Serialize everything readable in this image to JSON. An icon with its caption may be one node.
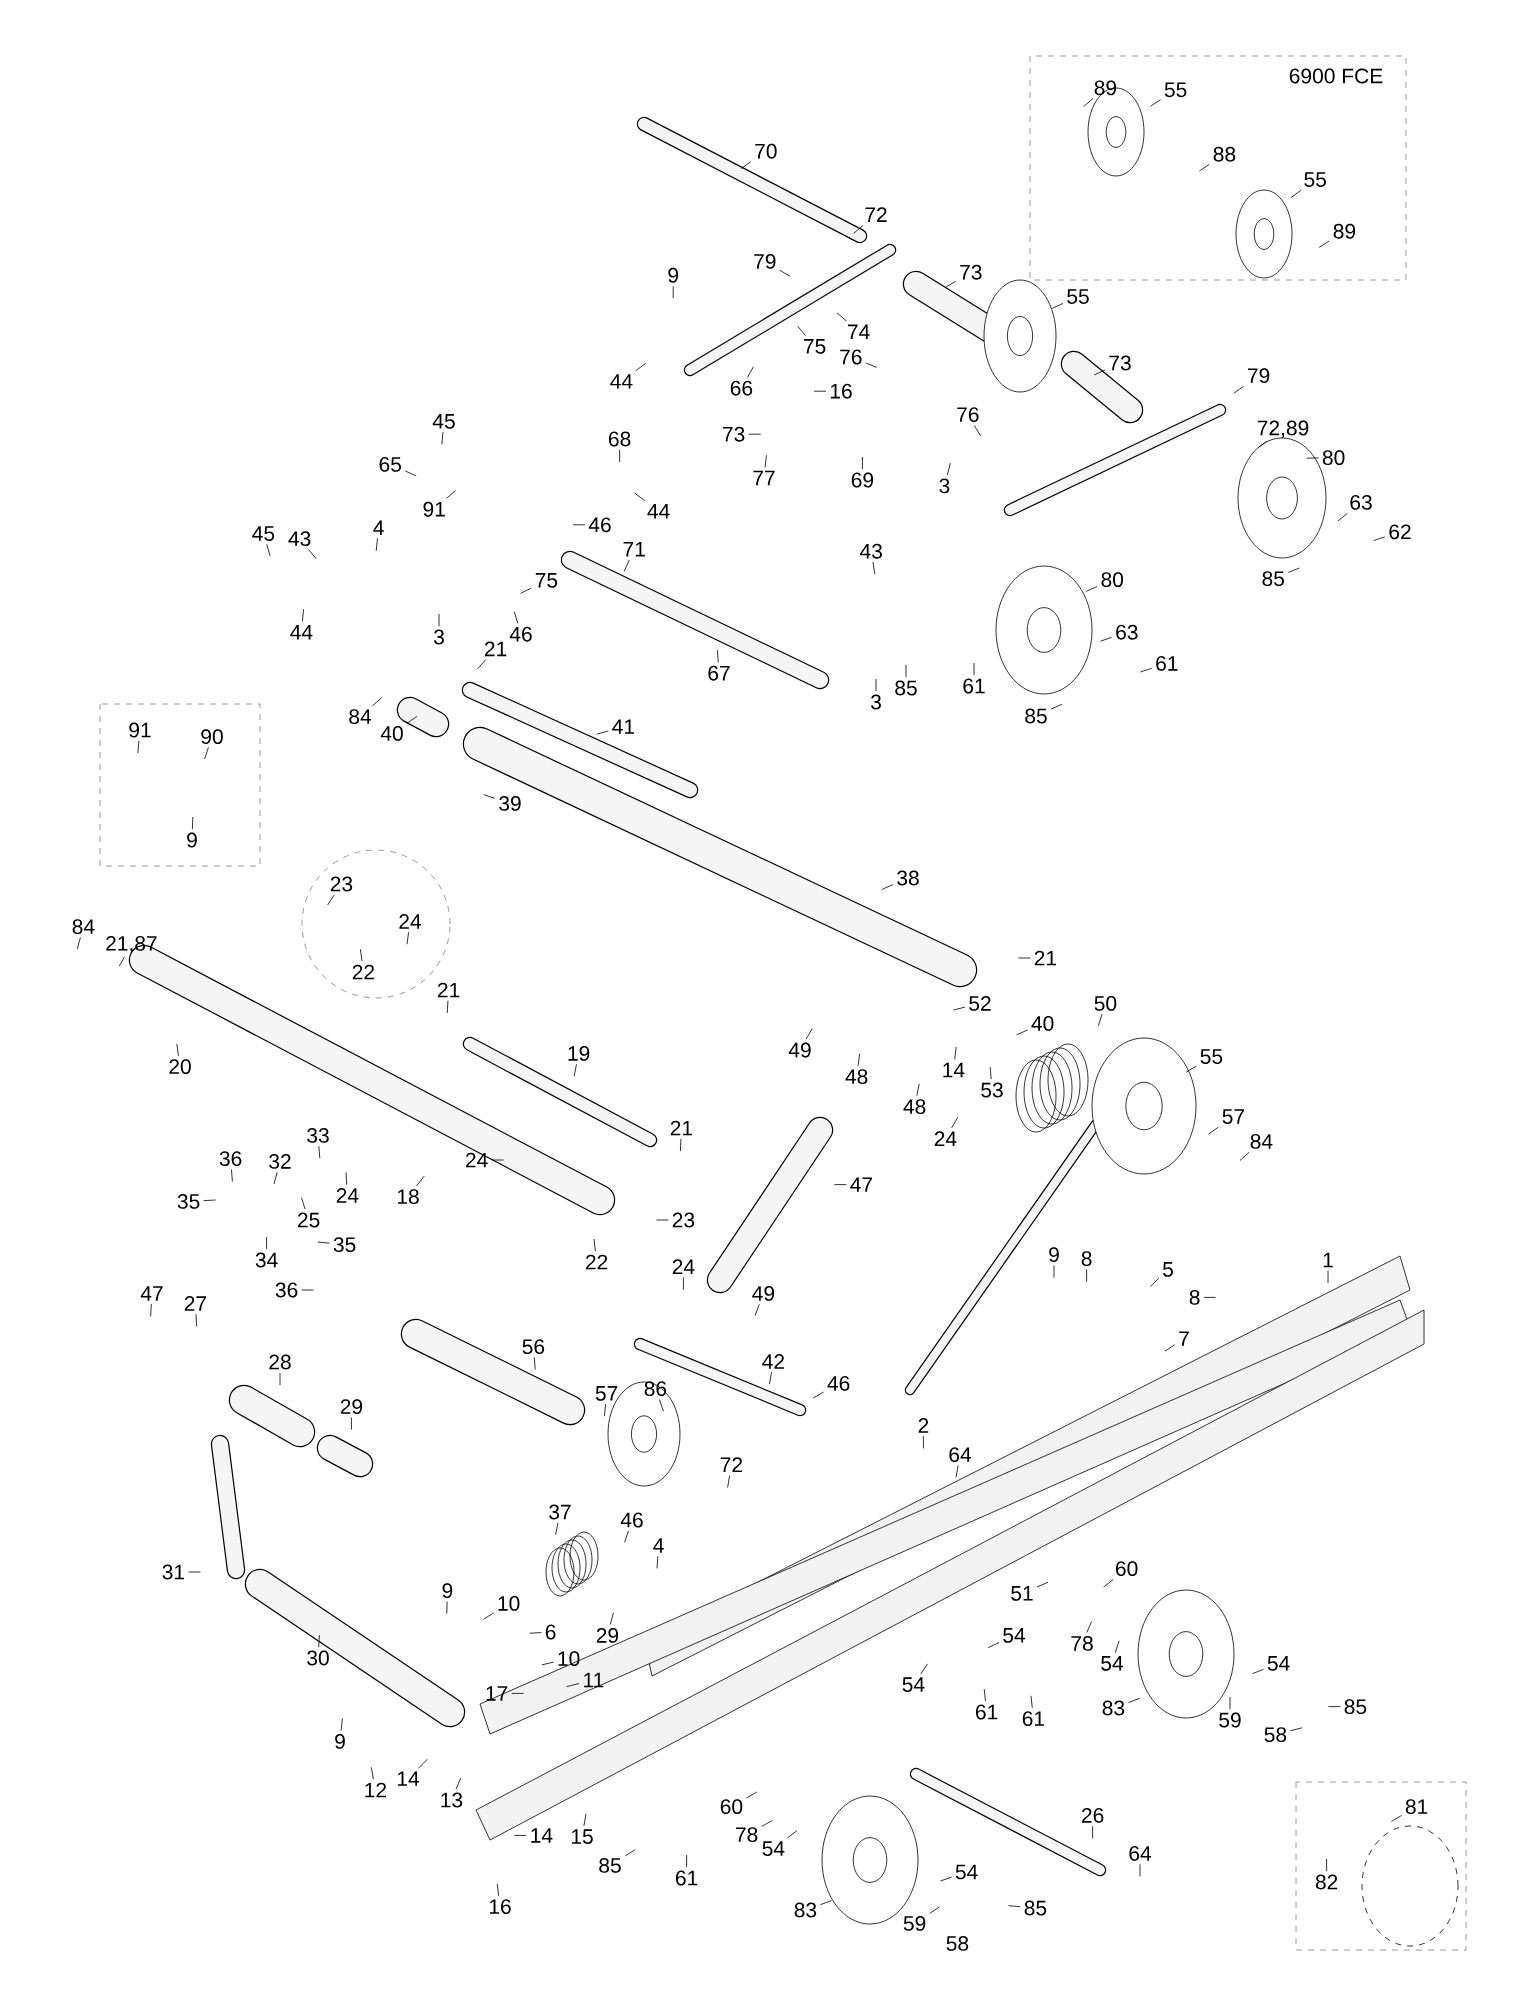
{
  "diagram": {
    "nodes": [
      {
        "text": [
          "70"
        ]
      },
      {
        "text": [
          "72"
        ]
      },
      {
        "text": [
          "79"
        ]
      },
      {
        "text": [
          "9"
        ]
      },
      {
        "text": [
          "73"
        ]
      },
      {
        "text": [
          "55"
        ]
      },
      {
        "text": [
          "74"
        ]
      },
      {
        "text": [
          "75"
        ]
      },
      {
        "text": [
          "76"
        ]
      },
      {
        "text": [
          "44"
        ]
      },
      {
        "text": [
          "66"
        ]
      },
      {
        "text": [
          "16"
        ]
      },
      {
        "text": [
          "73"
        ]
      },
      {
        "text": [
          "79"
        ]
      },
      {
        "text": [
          "73"
        ]
      },
      {
        "text": [
          "76"
        ]
      },
      {
        "text": [
          "77"
        ]
      },
      {
        "text": [
          "69"
        ]
      },
      {
        "text": [
          "3"
        ]
      },
      {
        "text": [
          "72,89"
        ]
      },
      {
        "text": [
          "80"
        ]
      },
      {
        "text": [
          "63"
        ]
      },
      {
        "text": [
          "62"
        ]
      },
      {
        "text": [
          "85"
        ]
      },
      {
        "text": [
          "45"
        ]
      },
      {
        "text": [
          "68"
        ]
      },
      {
        "text": [
          "65"
        ]
      },
      {
        "text": [
          "91"
        ]
      },
      {
        "text": [
          "44"
        ]
      },
      {
        "text": [
          "46"
        ]
      },
      {
        "text": [
          "45"
        ]
      },
      {
        "text": [
          "43"
        ]
      },
      {
        "text": [
          "4"
        ]
      },
      {
        "text": [
          "71"
        ]
      },
      {
        "text": [
          "75"
        ]
      },
      {
        "text": [
          "3"
        ]
      },
      {
        "text": [
          "46"
        ]
      },
      {
        "text": [
          "44"
        ]
      },
      {
        "text": [
          "43"
        ]
      },
      {
        "text": [
          "80"
        ]
      },
      {
        "text": [
          "63"
        ]
      },
      {
        "text": [
          "61"
        ]
      },
      {
        "text": [
          "21"
        ]
      },
      {
        "text": [
          "67"
        ]
      },
      {
        "text": [
          "89"
        ]
      },
      {
        "text": [
          "55"
        ]
      },
      {
        "text": [
          "88"
        ]
      },
      {
        "text": [
          "55"
        ]
      },
      {
        "text": [
          "89"
        ]
      },
      {
        "text": [
          "3"
        ]
      },
      {
        "text": [
          "85"
        ]
      },
      {
        "text": [
          "61"
        ]
      },
      {
        "text": [
          "85"
        ]
      },
      {
        "text": [
          "84"
        ]
      },
      {
        "text": [
          "40"
        ]
      },
      {
        "text": [
          "41"
        ]
      },
      {
        "text": [
          "91"
        ]
      },
      {
        "text": [
          "90"
        ]
      },
      {
        "text": [
          "9"
        ]
      },
      {
        "text": [
          "39"
        ]
      },
      {
        "text": [
          "23"
        ]
      },
      {
        "text": [
          "24"
        ]
      },
      {
        "text": [
          "22"
        ]
      },
      {
        "text": [
          "84"
        ]
      },
      {
        "text": [
          "21,87"
        ]
      },
      {
        "text": [
          "20"
        ]
      },
      {
        "text": [
          "21"
        ]
      },
      {
        "text": [
          "19"
        ]
      },
      {
        "text": [
          "21"
        ]
      },
      {
        "text": [
          "36"
        ]
      },
      {
        "text": [
          "32"
        ]
      },
      {
        "text": [
          "33"
        ]
      },
      {
        "text": [
          "35"
        ]
      },
      {
        "text": [
          "25"
        ]
      },
      {
        "text": [
          "24"
        ]
      },
      {
        "text": [
          "18"
        ]
      },
      {
        "text": [
          "24"
        ]
      },
      {
        "text": [
          "23"
        ]
      },
      {
        "text": [
          "22"
        ]
      },
      {
        "text": [
          "34"
        ]
      },
      {
        "text": [
          "36"
        ]
      },
      {
        "text": [
          "35"
        ]
      },
      {
        "text": [
          "24"
        ]
      },
      {
        "text": [
          "49"
        ]
      },
      {
        "text": [
          "47"
        ]
      },
      {
        "text": [
          "27"
        ]
      },
      {
        "text": [
          "38"
        ]
      },
      {
        "text": [
          "21"
        ]
      },
      {
        "text": [
          "52"
        ]
      },
      {
        "text": [
          "40"
        ]
      },
      {
        "text": [
          "50"
        ]
      },
      {
        "text": [
          "49"
        ]
      },
      {
        "text": [
          "48"
        ]
      },
      {
        "text": [
          "14"
        ]
      },
      {
        "text": [
          "53"
        ]
      },
      {
        "text": [
          "48"
        ]
      },
      {
        "text": [
          "24"
        ]
      },
      {
        "text": [
          "55"
        ]
      },
      {
        "text": [
          "57"
        ]
      },
      {
        "text": [
          "84"
        ]
      },
      {
        "text": [
          "47"
        ]
      },
      {
        "text": [
          "9"
        ]
      },
      {
        "text": [
          "8"
        ]
      },
      {
        "text": [
          "5"
        ]
      },
      {
        "text": [
          "8"
        ]
      },
      {
        "text": [
          "1"
        ]
      },
      {
        "text": [
          "7"
        ]
      },
      {
        "text": [
          "46"
        ]
      },
      {
        "text": [
          "56"
        ]
      },
      {
        "text": [
          "28"
        ]
      },
      {
        "text": [
          "29"
        ]
      },
      {
        "text": [
          "57"
        ]
      },
      {
        "text": [
          "86"
        ]
      },
      {
        "text": [
          "42"
        ]
      },
      {
        "text": [
          "72"
        ]
      },
      {
        "text": [
          "37"
        ]
      },
      {
        "text": [
          "46"
        ]
      },
      {
        "text": [
          "4"
        ]
      },
      {
        "text": [
          "31"
        ]
      },
      {
        "text": [
          "9"
        ]
      },
      {
        "text": [
          "10"
        ]
      },
      {
        "text": [
          "6"
        ]
      },
      {
        "text": [
          "29"
        ]
      },
      {
        "text": [
          "10"
        ]
      },
      {
        "text": [
          "30"
        ]
      },
      {
        "text": [
          "11"
        ]
      },
      {
        "text": [
          "17"
        ]
      },
      {
        "text": [
          "9"
        ]
      },
      {
        "text": [
          "12"
        ]
      },
      {
        "text": [
          "14"
        ]
      },
      {
        "text": [
          "13"
        ]
      },
      {
        "text": [
          "14"
        ]
      },
      {
        "text": [
          "15"
        ]
      },
      {
        "text": [
          "85"
        ]
      },
      {
        "text": [
          "61"
        ]
      },
      {
        "text": [
          "16"
        ]
      },
      {
        "text": [
          "60"
        ]
      },
      {
        "text": [
          "78"
        ]
      },
      {
        "text": [
          "54"
        ]
      },
      {
        "text": [
          "2"
        ]
      },
      {
        "text": [
          "64"
        ]
      },
      {
        "text": [
          "51"
        ]
      },
      {
        "text": [
          "60"
        ]
      },
      {
        "text": [
          "78"
        ]
      },
      {
        "text": [
          "54"
        ]
      },
      {
        "text": [
          "54"
        ]
      },
      {
        "text": [
          "54"
        ]
      },
      {
        "text": [
          "61"
        ]
      },
      {
        "text": [
          "61"
        ]
      },
      {
        "text": [
          "83"
        ]
      },
      {
        "text": [
          "54"
        ]
      },
      {
        "text": [
          "59"
        ]
      },
      {
        "text": [
          "85"
        ]
      },
      {
        "text": [
          "58"
        ]
      },
      {
        "text": [
          "26"
        ]
      },
      {
        "text": [
          "64"
        ]
      },
      {
        "text": [
          "81"
        ]
      },
      {
        "text": [
          "82"
        ]
      },
      {
        "text": [
          "54"
        ]
      },
      {
        "text": [
          "83"
        ]
      },
      {
        "text": [
          "59"
        ]
      },
      {
        "text": [
          "85"
        ]
      },
      {
        "text": [
          "58"
        ]
      }
    ],
    "edges": [
      {
        "from": 0,
        "to": null,
        "arrow": "none"
      },
      {
        "from": 1,
        "to": null,
        "arrow": "none"
      },
      {
        "from": 2,
        "to": null,
        "arrow": "none"
      },
      {
        "from": 3,
        "to": null,
        "arrow": "none"
      },
      {
        "from": 4,
        "to": null,
        "arrow": "none"
      },
      {
        "from": 5,
        "to": null,
        "arrow": "none"
      },
      {
        "from": 6,
        "to": null,
        "arrow": "none"
      },
      {
        "from": 7,
        "to": null,
        "arrow": "none"
      },
      {
        "from": 8,
        "to": null,
        "arrow": "none"
      },
      {
        "from": 9,
        "to": null,
        "arrow": "none"
      },
      {
        "from": 10,
        "to": null,
        "arrow": "none"
      },
      {
        "from": 11,
        "to": null,
        "arrow": "none"
      },
      {
        "from": 12,
        "to": null,
        "arrow": "none"
      },
      {
        "from": 13,
        "to": null,
        "arrow": "none"
      },
      {
        "from": 14,
        "to": null,
        "arrow": "none"
      },
      {
        "from": 15,
        "to": null,
        "arrow": "none"
      },
      {
        "from": 16,
        "to": null,
        "arrow": "none"
      },
      {
        "from": 17,
        "to": null,
        "arrow": "none"
      },
      {
        "from": 18,
        "to": null,
        "arrow": "none"
      },
      {
        "from": 19,
        "to": null,
        "arrow": "none"
      },
      {
        "from": 20,
        "to": null,
        "arrow": "none"
      },
      {
        "from": 21,
        "to": null,
        "arrow": "none"
      },
      {
        "from": 22,
        "to": null,
        "arrow": "none"
      },
      {
        "from": 23,
        "to": null,
        "arrow": "none"
      },
      {
        "from": 24,
        "to": null,
        "arrow": "none"
      },
      {
        "from": 25,
        "to": null,
        "arrow": "none"
      },
      {
        "from": 26,
        "to": null,
        "arrow": "none"
      },
      {
        "from": 27,
        "to": null,
        "arrow": "none"
      },
      {
        "from": 28,
        "to": null,
        "arrow": "none"
      },
      {
        "from": 29,
        "to": null,
        "arrow": "none"
      },
      {
        "from": 30,
        "to": null,
        "arrow": "none"
      },
      {
        "from": 31,
        "to": null,
        "arrow": "none"
      },
      {
        "from": 32,
        "to": null,
        "arrow": "none"
      },
      {
        "from": 33,
        "to": null,
        "arrow": "none"
      },
      {
        "from": 34,
        "to": null,
        "arrow": "none"
      },
      {
        "from": 35,
        "to": null,
        "arrow": "none"
      },
      {
        "from": 36,
        "to": null,
        "arrow": "none"
      },
      {
        "from": 37,
        "to": null,
        "arrow": "none"
      },
      {
        "from": 38,
        "to": null,
        "arrow": "none"
      },
      {
        "from": 39,
        "to": null,
        "arrow": "none"
      },
      {
        "from": 40,
        "to": null,
        "arrow": "none"
      },
      {
        "from": 41,
        "to": null,
        "arrow": "none"
      },
      {
        "from": 42,
        "to": null,
        "arrow": "none"
      },
      {
        "from": 43,
        "to": null,
        "arrow": "none"
      },
      {
        "from": 44,
        "to": null,
        "arrow": "none"
      },
      {
        "from": 45,
        "to": null,
        "arrow": "none"
      },
      {
        "from": 46,
        "to": null,
        "arrow": "none"
      },
      {
        "from": 47,
        "to": null,
        "arrow": "none"
      },
      {
        "from": 48,
        "to": null,
        "arrow": "none"
      },
      {
        "from": 49,
        "to": null,
        "arrow": "none"
      },
      {
        "from": 50,
        "to": null,
        "arrow": "none"
      },
      {
        "from": 51,
        "to": null,
        "arrow": "none"
      },
      {
        "from": 52,
        "to": null,
        "arrow": "none"
      },
      {
        "from": 53,
        "to": null,
        "arrow": "none"
      },
      {
        "from": 54,
        "to": null,
        "arrow": "none"
      },
      {
        "from": 55,
        "to": null,
        "arrow": "none"
      },
      {
        "from": 56,
        "to": null,
        "arrow": "none"
      },
      {
        "from": 57,
        "to": null,
        "arrow": "none"
      },
      {
        "from": 58,
        "to": null,
        "arrow": "none"
      },
      {
        "from": 59,
        "to": null,
        "arrow": "none"
      },
      {
        "from": 60,
        "to": null,
        "arrow": "none"
      },
      {
        "from": 61,
        "to": null,
        "arrow": "none"
      },
      {
        "from": 62,
        "to": null,
        "arrow": "none"
      },
      {
        "from": 63,
        "to": null,
        "arrow": "none"
      },
      {
        "from": 64,
        "to": null,
        "arrow": "none"
      },
      {
        "from": 65,
        "to": null,
        "arrow": "none"
      },
      {
        "from": 66,
        "to": null,
        "arrow": "none"
      },
      {
        "from": 67,
        "to": null,
        "arrow": "none"
      },
      {
        "from": 68,
        "to": null,
        "arrow": "none"
      },
      {
        "from": 69,
        "to": null,
        "arrow": "none"
      },
      {
        "from": 70,
        "to": null,
        "arrow": "none"
      },
      {
        "from": 71,
        "to": null,
        "arrow": "none"
      },
      {
        "from": 72,
        "to": null,
        "arrow": "none"
      },
      {
        "from": 73,
        "to": null,
        "arrow": "none"
      },
      {
        "from": 74,
        "to": null,
        "arrow": "none"
      },
      {
        "from": 75,
        "to": null,
        "arrow": "none"
      },
      {
        "from": 76,
        "to": null,
        "arrow": "none"
      },
      {
        "from": 77,
        "to": null,
        "arrow": "none"
      },
      {
        "from": 78,
        "to": null,
        "arrow": "none"
      },
      {
        "from": 79,
        "to": null,
        "arrow": "none"
      },
      {
        "from": 80,
        "to": null,
        "arrow": "none"
      },
      {
        "from": 81,
        "to": null,
        "arrow": "none"
      },
      {
        "from": 82,
        "to": null,
        "arrow": "none"
      },
      {
        "from": 83,
        "to": null,
        "arrow": "none"
      },
      {
        "from": 84,
        "to": null,
        "arrow": "none"
      },
      {
        "from": 85,
        "to": null,
        "arrow": "none"
      },
      {
        "from": 86,
        "to": null,
        "arrow": "none"
      },
      {
        "from": 87,
        "to": null,
        "arrow": "none"
      },
      {
        "from": 88,
        "to": null,
        "arrow": "none"
      },
      {
        "from": 89,
        "to": null,
        "arrow": "none"
      },
      {
        "from": 90,
        "to": null,
        "arrow": "none"
      },
      {
        "from": 91,
        "to": null,
        "arrow": "none"
      },
      {
        "from": 92,
        "to": null,
        "arrow": "none"
      },
      {
        "from": 93,
        "to": null,
        "arrow": "none"
      },
      {
        "from": 94,
        "to": null,
        "arrow": "none"
      },
      {
        "from": 95,
        "to": null,
        "arrow": "none"
      },
      {
        "from": 96,
        "to": null,
        "arrow": "none"
      },
      {
        "from": 97,
        "to": null,
        "arrow": "none"
      },
      {
        "from": 98,
        "to": null,
        "arrow": "none"
      },
      {
        "from": 99,
        "to": null,
        "arrow": "none"
      },
      {
        "from": 100,
        "to": null,
        "arrow": "none"
      },
      {
        "from": 101,
        "to": null,
        "arrow": "none"
      },
      {
        "from": 102,
        "to": null,
        "arrow": "none"
      },
      {
        "from": 103,
        "to": null,
        "arrow": "none"
      },
      {
        "from": 104,
        "to": null,
        "arrow": "none"
      },
      {
        "from": 105,
        "to": null,
        "arrow": "none"
      },
      {
        "from": 106,
        "to": null,
        "arrow": "none"
      },
      {
        "from": 107,
        "to": null,
        "arrow": "none"
      },
      {
        "from": 108,
        "to": null,
        "arrow": "none"
      },
      {
        "from": 109,
        "to": null,
        "arrow": "none"
      },
      {
        "from": 110,
        "to": null,
        "arrow": "none"
      },
      {
        "from": 111,
        "to": null,
        "arrow": "none"
      },
      {
        "from": 112,
        "to": null,
        "arrow": "none"
      },
      {
        "from": 113,
        "to": null,
        "arrow": "none"
      },
      {
        "from": 114,
        "to": null,
        "arrow": "none"
      },
      {
        "from": 115,
        "to": null,
        "arrow": "none"
      },
      {
        "from": 116,
        "to": null,
        "arrow": "none"
      },
      {
        "from": 117,
        "to": null,
        "arrow": "none"
      },
      {
        "from": 118,
        "to": null,
        "arrow": "none"
      },
      {
        "from": 119,
        "to": null,
        "arrow": "none"
      },
      {
        "from": 120,
        "to": null,
        "arrow": "none"
      },
      {
        "from": 121,
        "to": null,
        "arrow": "none"
      },
      {
        "from": 122,
        "to": null,
        "arrow": "none"
      },
      {
        "from": 123,
        "to": null,
        "arrow": "none"
      },
      {
        "from": 124,
        "to": null,
        "arrow": "none"
      },
      {
        "from": 125,
        "to": null,
        "arrow": "none"
      },
      {
        "from": 126,
        "to": null,
        "arrow": "none"
      },
      {
        "from": 127,
        "to": null,
        "arrow": "none"
      },
      {
        "from": 128,
        "to": null,
        "arrow": "none"
      },
      {
        "from": 129,
        "to": null,
        "arrow": "none"
      },
      {
        "from": 130,
        "to": null,
        "arrow": "none"
      },
      {
        "from": 131,
        "to": null,
        "arrow": "none"
      },
      {
        "from": 132,
        "to": null,
        "arrow": "none"
      },
      {
        "from": 133,
        "to": null,
        "arrow": "none"
      },
      {
        "from": 134,
        "to": null,
        "arrow": "none"
      },
      {
        "from": 135,
        "to": null,
        "arrow": "none"
      },
      {
        "from": 136,
        "to": null,
        "arrow": "none"
      },
      {
        "from": 137,
        "to": null,
        "arrow": "none"
      },
      {
        "from": 138,
        "to": null,
        "arrow": "none"
      },
      {
        "from": 139,
        "to": null,
        "arrow": "none"
      },
      {
        "from": 140,
        "to": null,
        "arrow": "none"
      },
      {
        "from": 141,
        "to": null,
        "arrow": "none"
      },
      {
        "from": 142,
        "to": null,
        "arrow": "none"
      },
      {
        "from": 143,
        "to": null,
        "arrow": "none"
      },
      {
        "from": 144,
        "to": null,
        "arrow": "none"
      },
      {
        "from": 145,
        "to": null,
        "arrow": "none"
      },
      {
        "from": 146,
        "to": null,
        "arrow": "none"
      },
      {
        "from": 147,
        "to": null,
        "arrow": "none"
      },
      {
        "from": 148,
        "to": null,
        "arrow": "none"
      },
      {
        "from": 149,
        "to": null,
        "arrow": "none"
      },
      {
        "from": 150,
        "to": null,
        "arrow": "none"
      },
      {
        "from": 151,
        "to": null,
        "arrow": "none"
      },
      {
        "from": 152,
        "to": null,
        "arrow": "none"
      },
      {
        "from": 153,
        "to": null,
        "arrow": "none"
      },
      {
        "from": 154,
        "to": null,
        "arrow": "none"
      },
      {
        "from": 155,
        "to": null,
        "arrow": "none"
      },
      {
        "from": 156,
        "to": null,
        "arrow": "none"
      },
      {
        "from": 157,
        "to": null,
        "arrow": "none"
      },
      {
        "from": 158,
        "to": null,
        "arrow": "none"
      },
      {
        "from": 159,
        "to": null,
        "arrow": "none"
      },
      {
        "from": 160,
        "to": null,
        "arrow": "none"
      },
      {
        "from": 161,
        "to": null,
        "arrow": "none"
      }
    ],
    "labels": [
      "6900 FCE"
    ]
  }
}
